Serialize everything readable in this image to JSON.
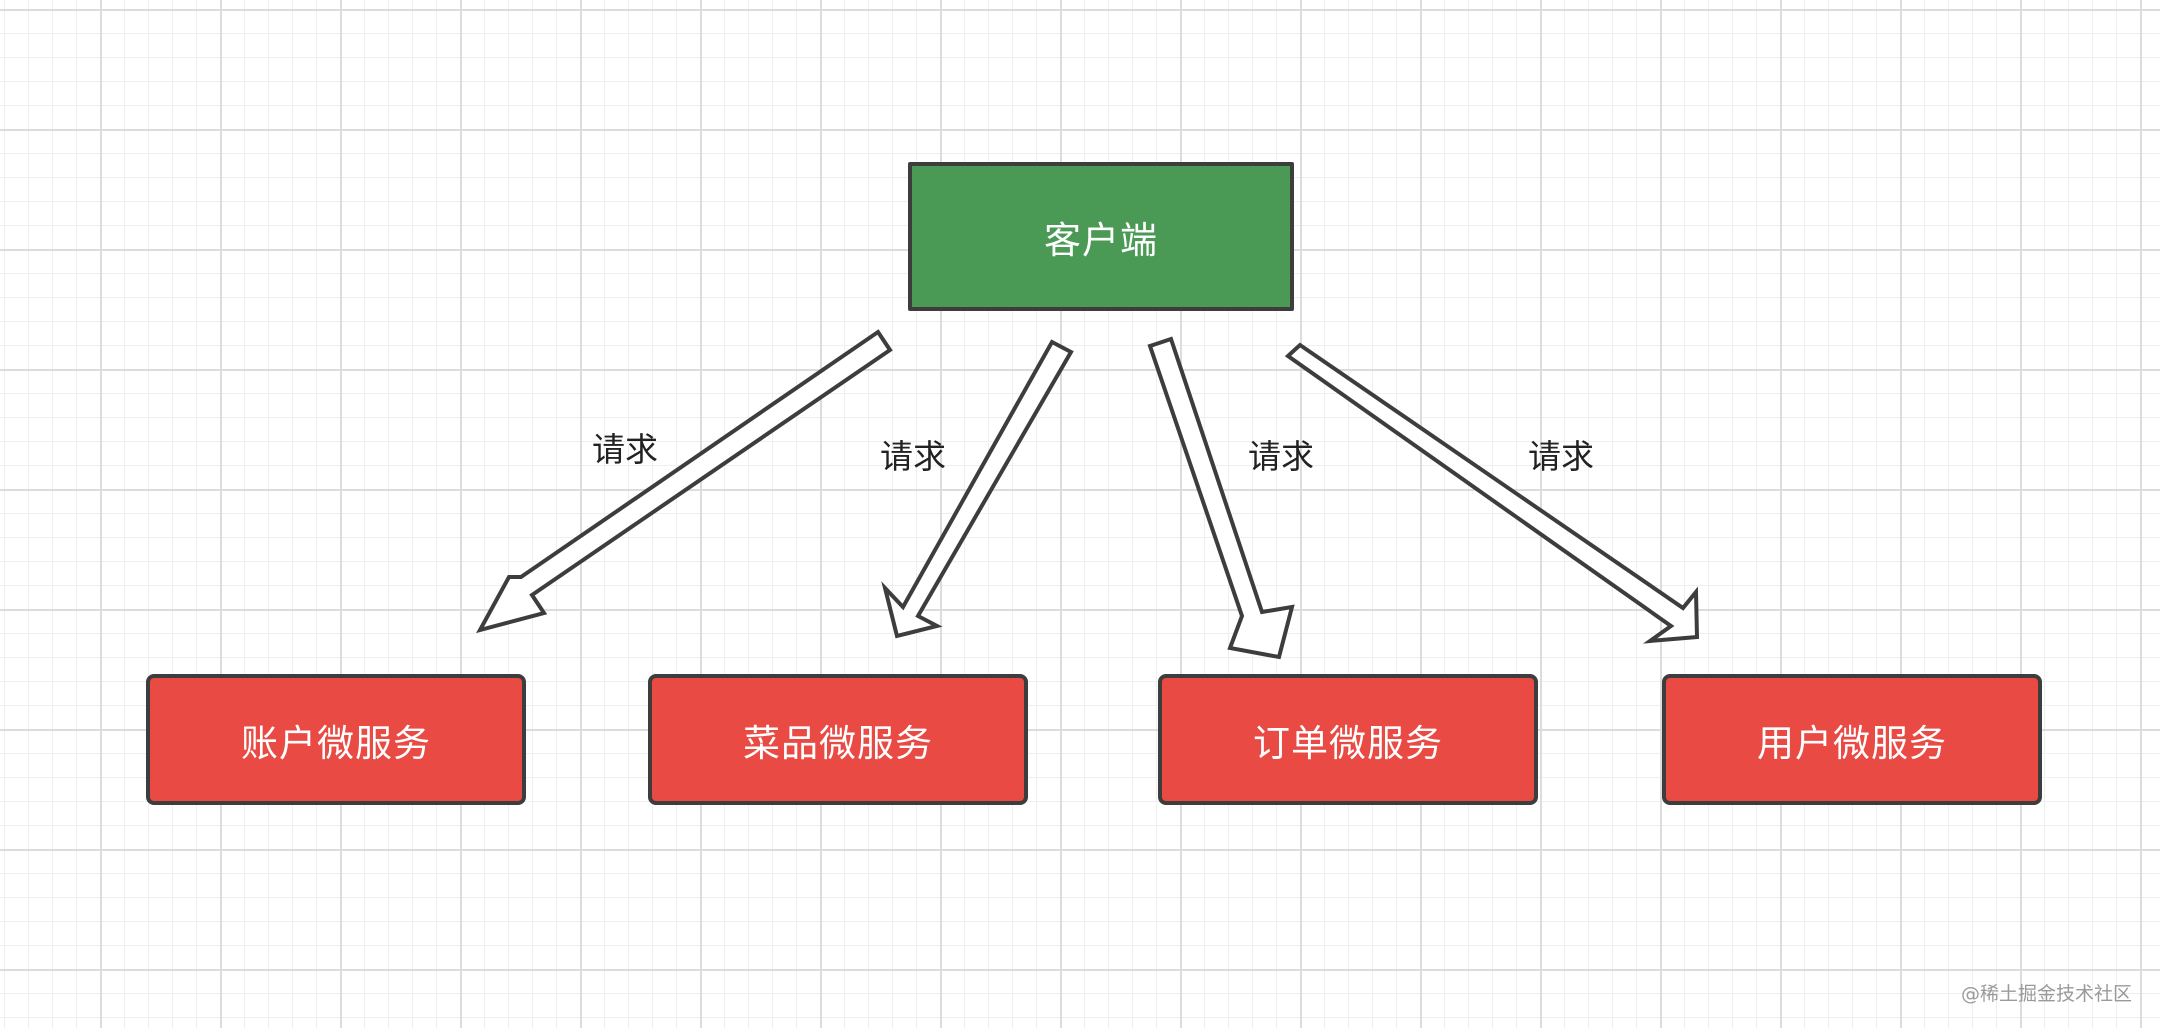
{
  "client": {
    "label": "客户端",
    "fill_color": "#4a9a55"
  },
  "services": [
    {
      "label": "账户微服务"
    },
    {
      "label": "菜品微服务"
    },
    {
      "label": "订单微服务"
    },
    {
      "label": "用户微服务"
    }
  ],
  "service_fill_color": "#e94a43",
  "border_color": "#3d3d3d",
  "arrows": [
    {
      "label": "请求",
      "from": "client",
      "to": "账户微服务"
    },
    {
      "label": "请求",
      "from": "client",
      "to": "菜品微服务"
    },
    {
      "label": "请求",
      "from": "client",
      "to": "订单微服务"
    },
    {
      "label": "请求",
      "from": "client",
      "to": "用户微服务"
    }
  ],
  "watermark": "@稀土掘金技术社区"
}
